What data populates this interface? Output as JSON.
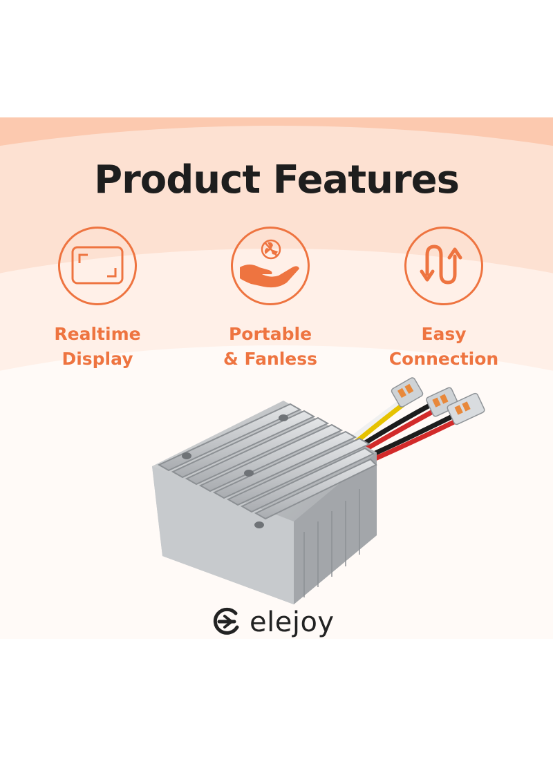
{
  "title": "Product Features",
  "features": [
    {
      "icon": "display-frame-icon",
      "line1": "Realtime",
      "line2": "Display"
    },
    {
      "icon": "fan-in-hand-icon",
      "line1": "Portable",
      "line2": "& Fanless"
    },
    {
      "icon": "wire-arrows-icon",
      "line1": "Easy",
      "line2": "Connection"
    }
  ],
  "brand": {
    "name": "elejoy",
    "icon": "elejoy-logo-icon"
  },
  "product": {
    "icon": "dc-converter-image"
  },
  "colors": {
    "accent": "#ee7440",
    "title": "#1e1e1e",
    "background": "#ffe3d4"
  }
}
